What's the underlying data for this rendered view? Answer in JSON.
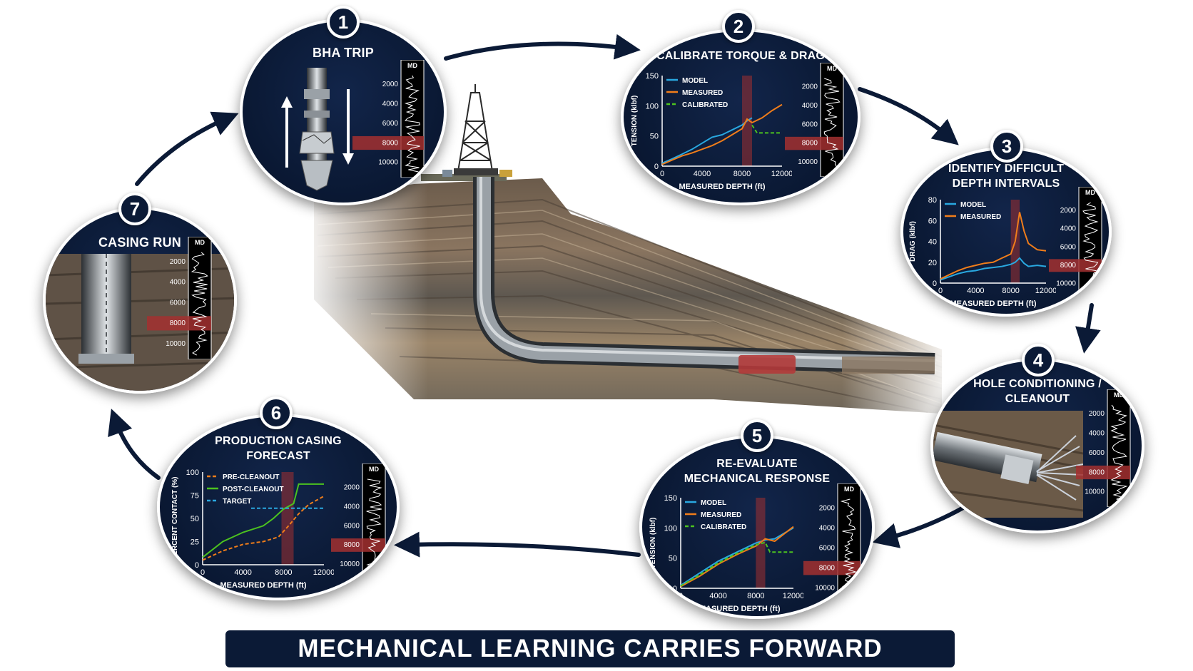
{
  "footer": {
    "text": "MECHANICAL LEARNING CARRIES FORWARD"
  },
  "md_log": {
    "label": "MD",
    "ticks": [
      "2000",
      "4000",
      "6000",
      "8000",
      "10000"
    ]
  },
  "steps": [
    {
      "num": "1",
      "title": "BHA TRIP"
    },
    {
      "num": "2",
      "title": "CALIBRATE TORQUE & DRAG"
    },
    {
      "num": "3",
      "title_lines": [
        "IDENTIFY DIFFICULT",
        "DEPTH INTERVALS"
      ]
    },
    {
      "num": "4",
      "title_lines": [
        "HOLE CONDITIONING /",
        "CLEANOUT"
      ]
    },
    {
      "num": "5",
      "title_lines": [
        "RE-EVALUATE",
        "MECHANICAL RESPONSE"
      ]
    },
    {
      "num": "6",
      "title_lines": [
        "PRODUCTION CASING",
        "FORECAST"
      ]
    },
    {
      "num": "7",
      "title": "CASING RUN"
    }
  ],
  "colors": {
    "navy": "#0b1a36",
    "model": "#29a8e0",
    "measured": "#f07d1a",
    "calibrated": "#4cc21f",
    "target": "#29a8e0",
    "highlight": "#a33030"
  },
  "chart_data": [
    {
      "type": "line",
      "id": "calibrate",
      "xlabel": "MEASURED DEPTH (ft)",
      "ylabel": "TENSION (klbf)",
      "xticks": [
        0,
        4000,
        8000,
        12000
      ],
      "yticks": [
        0,
        50,
        100,
        150
      ],
      "xlim": [
        0,
        12000
      ],
      "ylim": [
        0,
        150
      ],
      "highlight": [
        8000,
        9000
      ],
      "series": [
        {
          "name": "MODEL",
          "x": [
            0,
            1000,
            2000,
            3000,
            4000,
            5000,
            6000,
            7000,
            8000,
            8500,
            9000
          ],
          "y": [
            5,
            12,
            20,
            28,
            38,
            48,
            52,
            60,
            68,
            75,
            80
          ]
        },
        {
          "name": "MEASURED",
          "x": [
            0,
            1000,
            2000,
            3000,
            4000,
            5000,
            6000,
            7000,
            8000,
            8500,
            9000,
            10000,
            11000,
            12000
          ],
          "y": [
            3,
            10,
            17,
            22,
            28,
            34,
            42,
            52,
            62,
            78,
            72,
            80,
            92,
            102
          ]
        },
        {
          "name": "CALIBRATED",
          "x": [
            9000,
            9500,
            12000
          ],
          "y": [
            68,
            55,
            55
          ]
        }
      ]
    },
    {
      "type": "line",
      "id": "difficult",
      "xlabel": "MEASURED DEPTH (ft)",
      "ylabel": "DRAG (klbf)",
      "xticks": [
        0,
        4000,
        8000,
        12000
      ],
      "yticks": [
        0,
        20,
        40,
        60,
        80
      ],
      "xlim": [
        0,
        12000
      ],
      "ylim": [
        0,
        80
      ],
      "highlight": [
        8000,
        9000
      ],
      "series": [
        {
          "name": "MODEL",
          "x": [
            0,
            1000,
            2000,
            3000,
            4000,
            5000,
            6000,
            7000,
            8000,
            8500,
            9000,
            9500,
            10000,
            11000,
            12000
          ],
          "y": [
            3,
            6,
            9,
            11,
            12,
            14,
            15,
            16,
            18,
            20,
            24,
            19,
            16,
            17,
            16
          ]
        },
        {
          "name": "MEASURED",
          "x": [
            0,
            1000,
            2000,
            3000,
            4000,
            5000,
            6000,
            7000,
            8000,
            8500,
            9000,
            9500,
            10000,
            11000,
            12000
          ],
          "y": [
            4,
            8,
            12,
            15,
            17,
            19,
            20,
            24,
            28,
            40,
            68,
            50,
            38,
            32,
            31
          ]
        }
      ]
    },
    {
      "type": "line",
      "id": "reevaluate",
      "xlabel": "MEASURED DEPTH (ft)",
      "ylabel": "TENSION (klbf)",
      "xticks": [
        0,
        4000,
        8000,
        12000
      ],
      "yticks": [
        0,
        50,
        100,
        150
      ],
      "xlim": [
        0,
        12000
      ],
      "ylim": [
        0,
        150
      ],
      "highlight": [
        8000,
        9000
      ],
      "series": [
        {
          "name": "MODEL",
          "x": [
            0,
            2000,
            4000,
            6000,
            8000,
            9000,
            10000,
            12000
          ],
          "y": [
            5,
            25,
            45,
            60,
            75,
            80,
            82,
            100
          ]
        },
        {
          "name": "MEASURED",
          "x": [
            0,
            2000,
            4000,
            6000,
            8000,
            9000,
            10000,
            12000
          ],
          "y": [
            3,
            20,
            40,
            56,
            70,
            82,
            78,
            102
          ]
        },
        {
          "name": "CALIBRATED",
          "x": [
            0,
            2000,
            4000,
            6000,
            8000,
            9000,
            9500,
            12000
          ],
          "y": [
            4,
            22,
            42,
            58,
            72,
            76,
            60,
            60
          ]
        }
      ]
    },
    {
      "type": "line",
      "id": "forecast",
      "xlabel": "MEASURED DEPTH (ft)",
      "ylabel": "PERCENT CONTACT (%)",
      "xticks": [
        0,
        4000,
        8000,
        12000
      ],
      "yticks": [
        0,
        25,
        50,
        75,
        100
      ],
      "xlim": [
        0,
        12000
      ],
      "ylim": [
        0,
        100
      ],
      "highlight": [
        7800,
        9000
      ],
      "series": [
        {
          "name": "PRE-CLEANOUT",
          "x": [
            0,
            2000,
            4000,
            6000,
            7500,
            8500,
            9500,
            10500,
            12000
          ],
          "y": [
            5,
            15,
            22,
            25,
            30,
            42,
            55,
            65,
            74
          ]
        },
        {
          "name": "POST-CLEANOUT",
          "x": [
            0,
            2000,
            4000,
            6000,
            7000,
            8000,
            9000,
            9500,
            10000,
            12000
          ],
          "y": [
            8,
            25,
            35,
            42,
            50,
            60,
            66,
            87,
            87,
            87
          ]
        },
        {
          "name": "TARGET",
          "x": [
            4800,
            12000
          ],
          "y": [
            61,
            61
          ]
        }
      ]
    }
  ]
}
